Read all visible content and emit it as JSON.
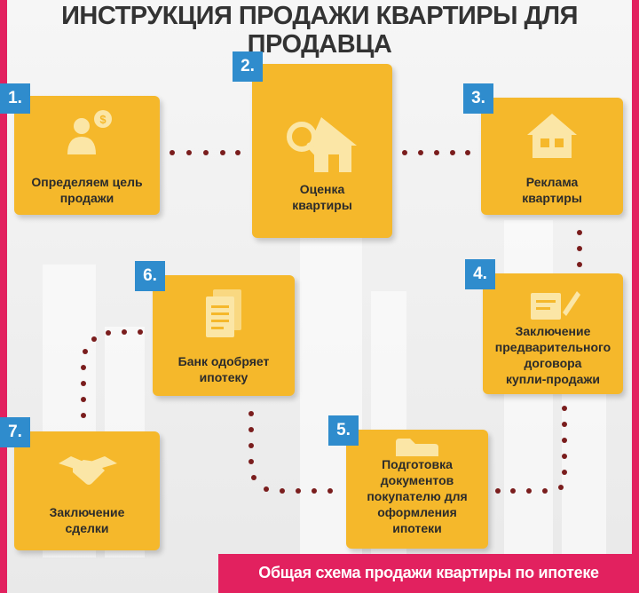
{
  "title": {
    "line1": "ИНСТРУКЦИЯ ПРОДАЖИ КВАРТИРЫ ДЛЯ",
    "line2": "ПРОДАВЦА"
  },
  "steps": [
    {
      "number": "1.",
      "label": "Определяем цель\nпродажи",
      "icon": "target-person-icon"
    },
    {
      "number": "2.",
      "label": "Оценка\nквартиры",
      "icon": "house-magnifier-icon"
    },
    {
      "number": "3.",
      "label": "Реклама\nквартиры",
      "icon": "house-icon"
    },
    {
      "number": "4.",
      "label": "Заключение\nпредварительного\nдоговора\nкупли-продажи",
      "icon": "contract-signing-icon"
    },
    {
      "number": "5.",
      "label": "Подготовка\nдокументов\nпокупателю для\nоформления\nипотеки",
      "icon": "folder-icon"
    },
    {
      "number": "6.",
      "label": "Банк одобряет\nипотеку",
      "icon": "document-icon"
    },
    {
      "number": "7.",
      "label": "Заключение\nсделки",
      "icon": "handshake-icon"
    }
  ],
  "footer": "Общая схема продажи квартиры по ипотеке",
  "colors": {
    "card": "#f5b82b",
    "number_badge": "#2f8ccd",
    "accent": "#e2215f",
    "dots": "#7a1d1d"
  }
}
